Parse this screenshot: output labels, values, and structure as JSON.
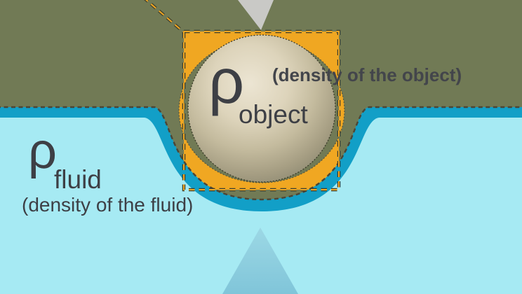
{
  "diagram": {
    "description": "buoyancy-density-diagram",
    "object_label": {
      "symbol": "ρ",
      "subscript": "object",
      "note": "(density of the object)"
    },
    "fluid_label": {
      "symbol": "ρ",
      "subscript": "fluid",
      "note": "(density of the fluid)"
    },
    "icons": {
      "top_arrow": "down-arrow-icon",
      "bottom_arrow": "up-arrow-icon"
    },
    "colors": {
      "air_background": "#717a55",
      "fluid_body": "#a6eaf3",
      "fluid_surface_layer": "#129fc7",
      "displaced_volume_square": "#f0a722",
      "sphere_light": "#ece5d3",
      "sphere_dark": "#8b8770",
      "dash_dark": "#3f402e",
      "text": "#3d3f45",
      "down_arrow": "#c9c9c6",
      "up_arrow": "#8ccde0"
    }
  }
}
